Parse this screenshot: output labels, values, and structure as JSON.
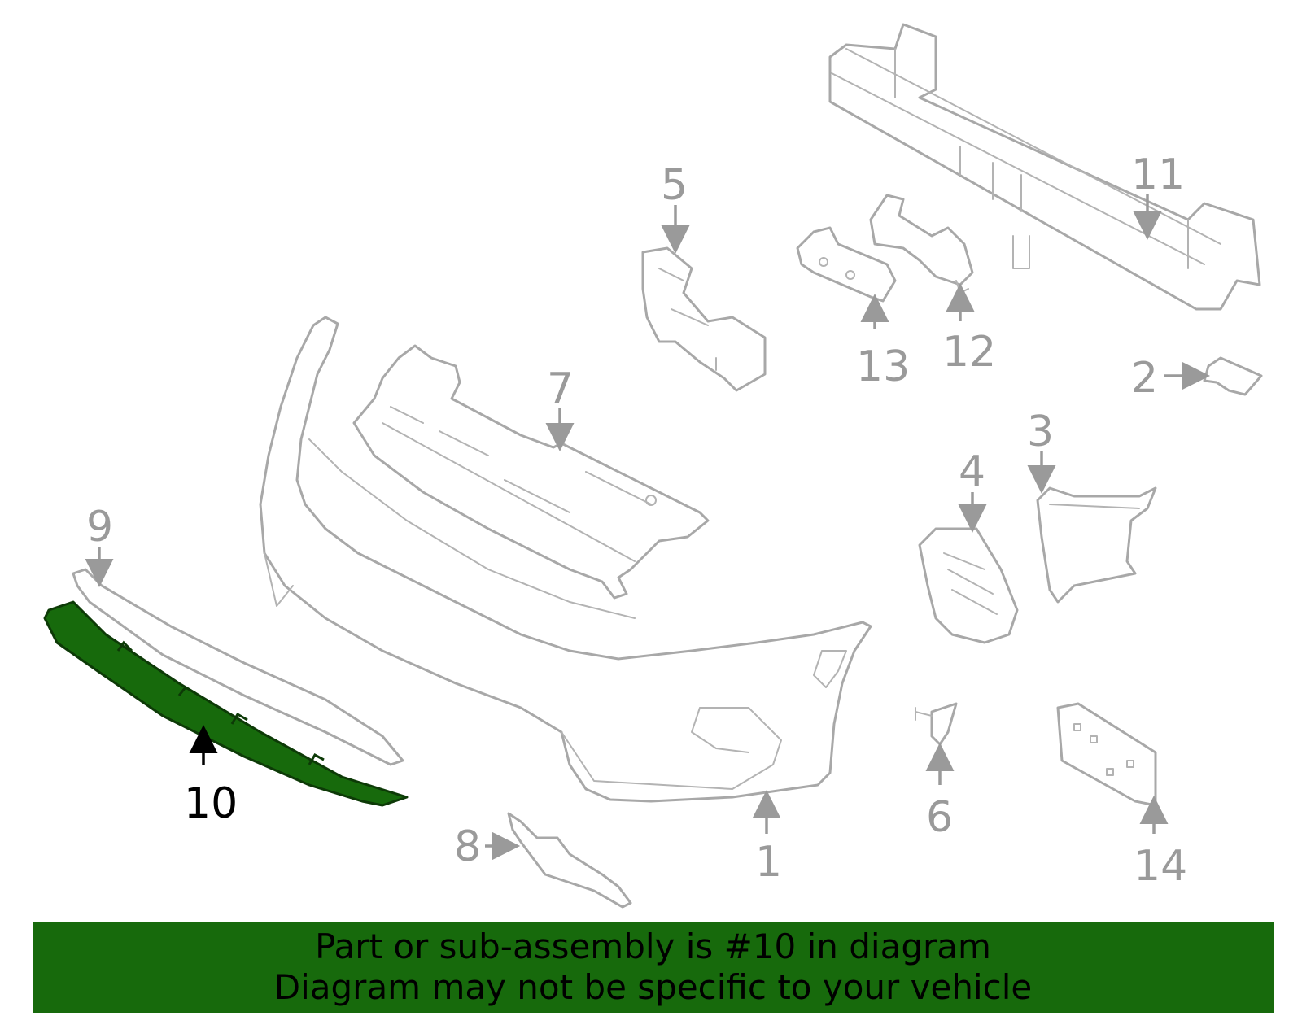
{
  "diagram": {
    "highlight_color": "#176a0c",
    "callouts": [
      {
        "id": "1",
        "label": "1"
      },
      {
        "id": "2",
        "label": "2"
      },
      {
        "id": "3",
        "label": "3"
      },
      {
        "id": "4",
        "label": "4"
      },
      {
        "id": "5",
        "label": "5"
      },
      {
        "id": "6",
        "label": "6"
      },
      {
        "id": "7",
        "label": "7"
      },
      {
        "id": "8",
        "label": "8"
      },
      {
        "id": "9",
        "label": "9"
      },
      {
        "id": "10",
        "label": "10",
        "highlighted": true
      },
      {
        "id": "11",
        "label": "11"
      },
      {
        "id": "12",
        "label": "12"
      },
      {
        "id": "13",
        "label": "13"
      },
      {
        "id": "14",
        "label": "14"
      }
    ]
  },
  "footer": {
    "line1": "Part or sub-assembly is #10 in diagram",
    "line2": "Diagram may not be specific to your vehicle"
  }
}
